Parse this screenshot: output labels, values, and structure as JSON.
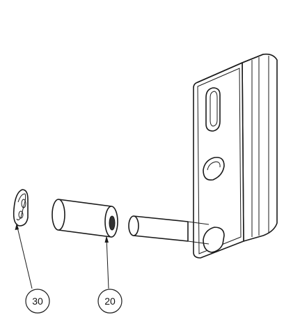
{
  "callouts": [
    {
      "id": "30",
      "label": "30"
    },
    {
      "id": "20",
      "label": "20"
    }
  ]
}
